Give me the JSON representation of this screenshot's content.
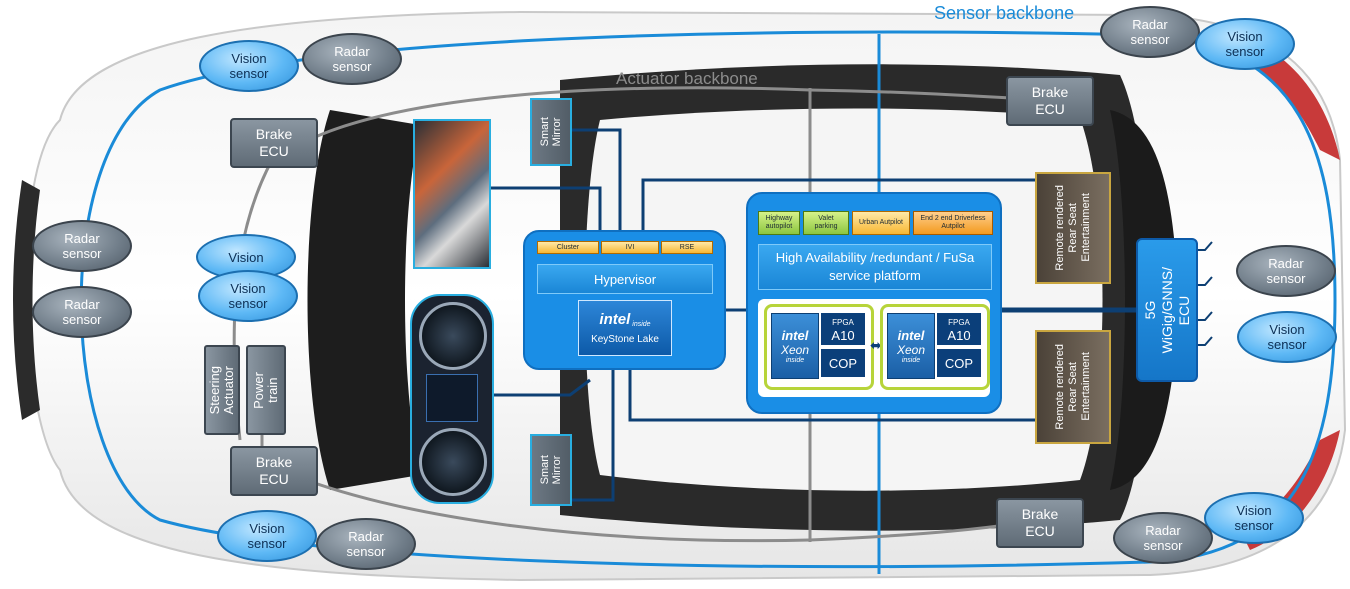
{
  "labels": {
    "sensor_backbone": "Sensor backbone",
    "actuator_backbone": "Actuator backbone"
  },
  "sensors": {
    "vision_front_left": "Vision\nsensor",
    "radar_front_left": "Radar\nsensor",
    "radar_top_right": "Radar\nsensor",
    "vision_top_right": "Vision\nsensor",
    "radar_left_upper": "Radar\nsensor",
    "radar_left_lower": "Radar\nsensor",
    "vision_mid_back": "Vision",
    "vision_mid_front": "Vision\nsensor",
    "radar_right_upper": "Radar\nsensor",
    "vision_right": "Vision\nsensor",
    "vision_bottom_left": "Vision\nsensor",
    "radar_bottom_left": "Radar\nsensor",
    "vision_bottom_right": "Vision\nsensor",
    "radar_bottom_right": "Radar\nsensor"
  },
  "ecus": {
    "brake_front_left": "Brake\nECU",
    "brake_top_right": "Brake\nECU",
    "brake_bottom_left": "Brake\nECU",
    "brake_bottom_right": "Brake\nECU",
    "steering_actuator": "Steering\nActuator",
    "power_train": "Power\ntrain",
    "wigig": "5G\nWiGig/GNNS/\nECU"
  },
  "mirrors": {
    "top": "Smart\nMirror",
    "bottom": "Smart\nMirror"
  },
  "rear_seat": {
    "top": "Remote rendered\nRear Seat\nEntertainment",
    "bottom": "Remote rendered\nRear Seat\nEntertainment"
  },
  "keystone_box": {
    "chips": [
      "Cluster",
      "IVI",
      "RSE"
    ],
    "hypervisor": "Hypervisor",
    "intel_brand": "intel",
    "intel_inside": "inside",
    "chip_name": "KeyStone Lake"
  },
  "platform_box": {
    "chips": [
      "Highway\nautopilot",
      "Valet\nparking",
      "Urban Autpilot",
      "End 2 end Driverless\nAutpilot"
    ],
    "platform": "High Availability /redundant / FuSa\nservice platform",
    "cpu": {
      "intel_brand": "intel",
      "xeon": "Xeon",
      "inside": "inside",
      "fpga": "FPGA",
      "a10": "A10",
      "cop": "COP"
    }
  },
  "colors": {
    "sensor_backbone": "#1a8bd8",
    "actuator_backbone": "#8c8c8c",
    "network": "#0d3f73",
    "box_blue": "#1a8ee6"
  }
}
